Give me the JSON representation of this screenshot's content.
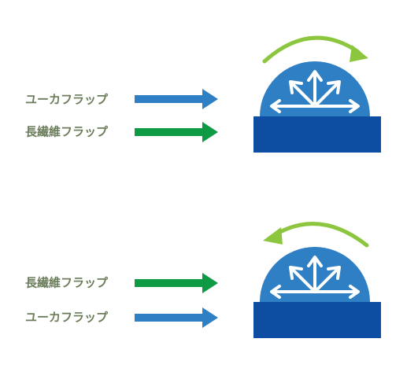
{
  "colors": {
    "label_text": "#6b7d5a",
    "urethane_arrow": "#2f7fc4",
    "fiber_arrow": "#0e9a45",
    "dome": "#2f7fc4",
    "base": "#0d4ea3",
    "rotation_arrow": "#8cc63f",
    "burst_arrows": "#ffffff"
  },
  "panels": [
    {
      "rotation": "clockwise",
      "rows": [
        {
          "label": "ユーカフラップ",
          "arrow_color_key": "urethane_arrow"
        },
        {
          "label": "長繊維フラップ",
          "arrow_color_key": "fiber_arrow"
        }
      ]
    },
    {
      "rotation": "counterclockwise",
      "rows": [
        {
          "label": "長繊維フラップ",
          "arrow_color_key": "fiber_arrow"
        },
        {
          "label": "ユーカフラップ",
          "arrow_color_key": "urethane_arrow"
        }
      ]
    }
  ]
}
